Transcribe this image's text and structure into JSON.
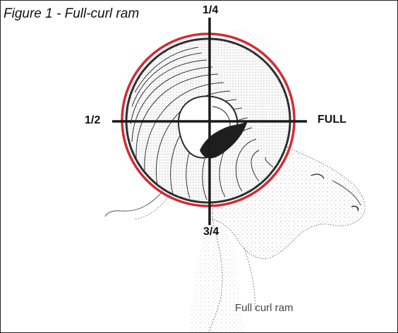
{
  "figure": {
    "caption": "Figure 1 - Full-curl ram",
    "ram_caption": "Full curl ram"
  },
  "gauge": {
    "label_quarter": "1/4",
    "label_half": "1/2",
    "label_full": "FULL",
    "label_three_quarter": "3/4",
    "ring_color": "#d42a35",
    "crosshair_color": "#1a1a1a"
  },
  "illustration": {
    "subject": "ram-sketch",
    "horn_color": "#2b2b2b"
  }
}
